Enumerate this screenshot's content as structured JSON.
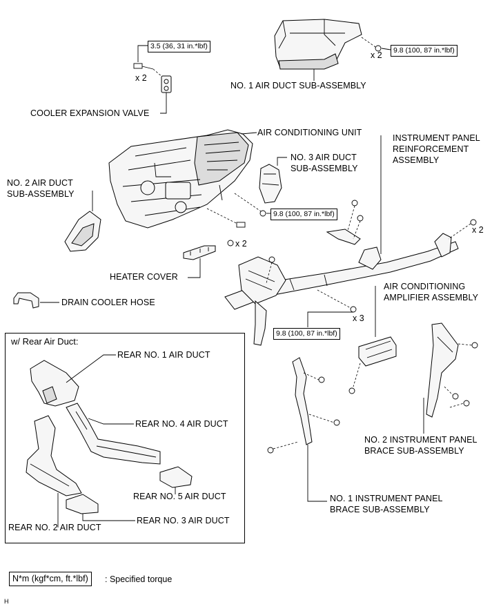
{
  "labels": {
    "no1_air_duct": "NO. 1 AIR DUCT SUB-ASSEMBLY",
    "cooler_expansion_valve": "COOLER EXPANSION VALVE",
    "air_conditioning_unit": "AIR CONDITIONING UNIT",
    "ip_reinforcement_1": "INSTRUMENT PANEL",
    "ip_reinforcement_2": "REINFORCEMENT",
    "ip_reinforcement_3": "ASSEMBLY",
    "no3_air_duct_1": "NO. 3 AIR DUCT",
    "no3_air_duct_2": "SUB-ASSEMBLY",
    "no2_air_duct_1": "NO. 2 AIR DUCT",
    "no2_air_duct_2": "SUB-ASSEMBLY",
    "heater_cover": "HEATER COVER",
    "drain_cooler_hose": "DRAIN COOLER HOSE",
    "ac_amplifier_1": "AIR CONDITIONING",
    "ac_amplifier_2": "AMPLIFIER ASSEMBLY",
    "no2_ip_brace_1": "NO. 2 INSTRUMENT PANEL",
    "no2_ip_brace_2": "BRACE SUB-ASSEMBLY",
    "no1_ip_brace_1": "NO. 1 INSTRUMENT PANEL",
    "no1_ip_brace_2": "BRACE SUB-ASSEMBLY"
  },
  "torques": {
    "expansion_valve": "3.5 (36, 31 in.*lbf)",
    "no1_duct": "9.8 (100, 87 in.*lbf)",
    "ac_unit": "9.8 (100, 87 in.*lbf)",
    "reinforcement": "9.8 (100, 87 in.*lbf)"
  },
  "quantities": {
    "valve_bolts": "x 2",
    "duct_bolts": "x 2",
    "heater_clips": "x 2",
    "right_bolts": "x 2",
    "reinforcement_bolts": "x 3"
  },
  "inset": {
    "title": "w/ Rear Air Duct:",
    "rear_no1": "REAR NO. 1 AIR DUCT",
    "rear_no4": "REAR NO. 4 AIR DUCT",
    "rear_no5": "REAR NO. 5 AIR DUCT",
    "rear_no3": "REAR NO. 3 AIR DUCT",
    "rear_no2": "REAR NO. 2 AIR DUCT"
  },
  "legend": {
    "box": "N*m (kgf*cm, ft.*lbf)",
    "text": ": Specified torque"
  },
  "corner_code": "H"
}
